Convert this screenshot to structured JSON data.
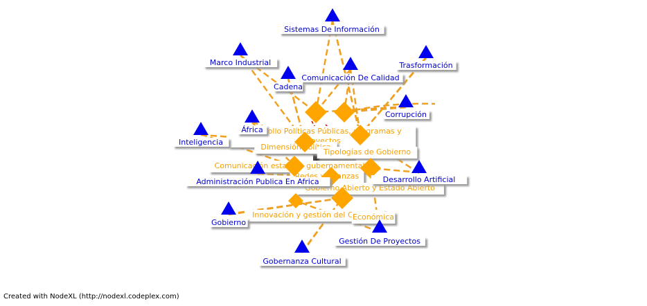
{
  "colors": {
    "topic_node": "#0000ee",
    "topic_label": "#0000cc",
    "group_node": "#ffa500",
    "group_label": "#f5a000",
    "edge": "#f0a020",
    "inner_edge": "#cc0000",
    "label_box": "#ffffff",
    "label_shadow": "#9a9a9a"
  },
  "topic_nodes": [
    {
      "id": "t1",
      "label": "Sistemas De Información",
      "icon": "triangle-icon"
    },
    {
      "id": "t2",
      "label": "Marco Industrial",
      "icon": "triangle-icon"
    },
    {
      "id": "t3",
      "label": "Comunicación De Calidad",
      "icon": "triangle-icon"
    },
    {
      "id": "t4",
      "label": "Trasformación",
      "icon": "triangle-icon"
    },
    {
      "id": "t5",
      "label": "Cadena",
      "icon": "triangle-icon"
    },
    {
      "id": "t6",
      "label": "Corrupción",
      "icon": "triangle-icon"
    },
    {
      "id": "t7",
      "label": "África",
      "icon": "triangle-icon"
    },
    {
      "id": "t8",
      "label": "Inteligencia",
      "icon": "triangle-icon"
    },
    {
      "id": "t9",
      "label": "Desarrollo Artificial",
      "icon": "triangle-icon"
    },
    {
      "id": "t10",
      "label": "Administración Publica En Africa",
      "icon": "triangle-icon"
    },
    {
      "id": "t11",
      "label": "Gobierno",
      "icon": "triangle-icon"
    },
    {
      "id": "t12",
      "label": "Gestión De Proyectos",
      "icon": "triangle-icon"
    },
    {
      "id": "t13",
      "label": "Gobernanza Cultural",
      "icon": "triangle-icon"
    }
  ],
  "group_nodes": [
    {
      "id": "g1",
      "label": "Desarrollo Políticas Públicas, programas y Proyectos",
      "icon": "diamond-icon"
    },
    {
      "id": "g2",
      "label": "Dimensión Política",
      "icon": "diamond-icon"
    },
    {
      "id": "g3",
      "label": "Tipologías de Gobierno",
      "icon": "diamond-icon"
    },
    {
      "id": "g4",
      "label": "Comunicación estatal o gubernamental",
      "icon": "diamond-icon"
    },
    {
      "id": "g5",
      "label": "Redes y Alianzas",
      "icon": "diamond-icon"
    },
    {
      "id": "g6",
      "label": "Gobierno Abierto y Estado Abierto",
      "icon": "diamond-icon"
    },
    {
      "id": "g7",
      "label": "Innovación y gestión del Cambio",
      "icon": "diamond-icon"
    },
    {
      "id": "g8",
      "label": "Económica",
      "icon": "diamond-icon"
    }
  ],
  "edges": [
    [
      "t1",
      "g1"
    ],
    [
      "t2",
      "g2"
    ],
    [
      "t3",
      "g1"
    ],
    [
      "t3",
      "g3"
    ],
    [
      "t4",
      "g3"
    ],
    [
      "t5",
      "g2"
    ],
    [
      "t6",
      "g1"
    ],
    [
      "t7",
      "g2"
    ],
    [
      "t8",
      "g4"
    ],
    [
      "t9",
      "g6"
    ],
    [
      "t10",
      "g4"
    ],
    [
      "t11",
      "g7"
    ],
    [
      "t12",
      "g8"
    ],
    [
      "t13",
      "g7"
    ],
    [
      "t1",
      "g3"
    ]
  ],
  "footer": "Created with NodeXL (http://nodexl.codeplex.com)"
}
